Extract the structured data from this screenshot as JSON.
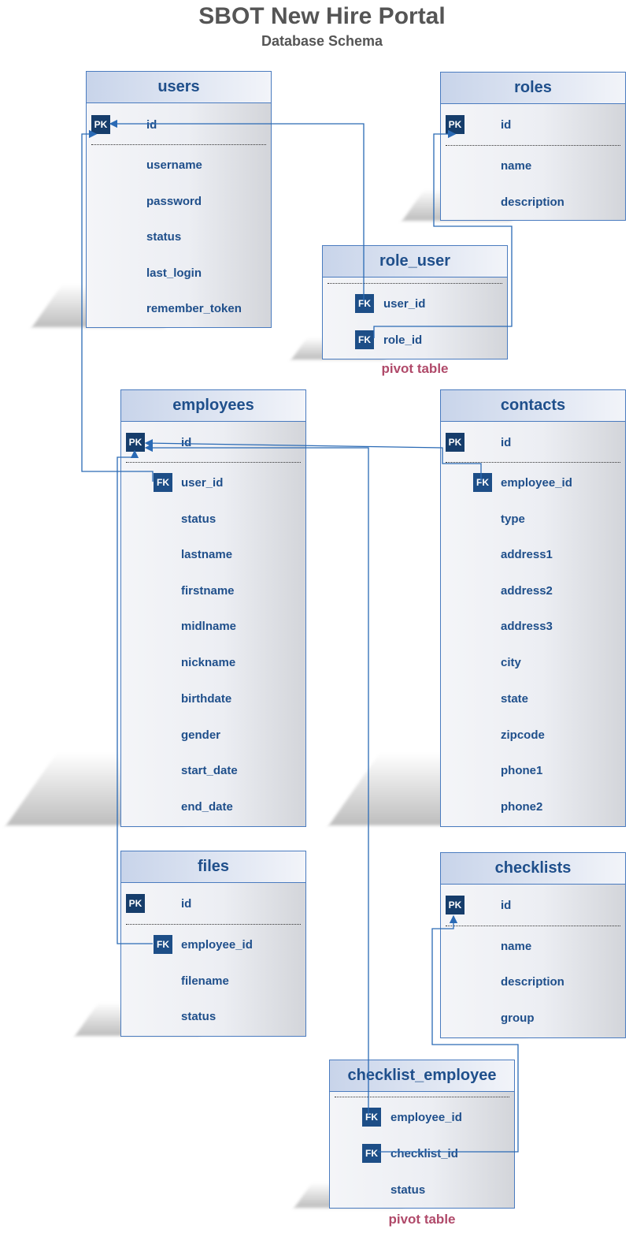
{
  "title": "SBOT New Hire Portal",
  "subtitle": "Database Schema",
  "key_labels": {
    "pk": "PK",
    "fk": "FK"
  },
  "pivot_label": "pivot table",
  "colors": {
    "entity_title": "#1f4f8b",
    "field_text": "#1f4f8b",
    "key_badge": "#1d4e87",
    "border": "#4a7bbf",
    "pivot_text": "#b04a6a",
    "title_text": "#555555"
  },
  "entities": {
    "users": {
      "name": "users",
      "fields": [
        "id",
        "username",
        "password",
        "status",
        "last_login",
        "remember_token"
      ]
    },
    "roles": {
      "name": "roles",
      "fields": [
        "id",
        "name",
        "description"
      ]
    },
    "role_user": {
      "name": "role_user",
      "fields": [
        "user_id",
        "role_id"
      ]
    },
    "employees": {
      "name": "employees",
      "fields": [
        "id",
        "user_id",
        "status",
        "lastname",
        "firstname",
        "midlname",
        "nickname",
        "birthdate",
        "gender",
        "start_date",
        "end_date"
      ]
    },
    "contacts": {
      "name": "contacts",
      "fields": [
        "id",
        "employee_id",
        "type",
        "address1",
        "address2",
        "address3",
        "city",
        "state",
        "zipcode",
        "phone1",
        "phone2"
      ]
    },
    "files": {
      "name": "files",
      "fields": [
        "id",
        "employee_id",
        "filename",
        "status"
      ]
    },
    "checklists": {
      "name": "checklists",
      "fields": [
        "id",
        "name",
        "description",
        "group"
      ]
    },
    "checklist_employee": {
      "name": "checklist_employee",
      "fields": [
        "employee_id",
        "checklist_id",
        "status"
      ]
    }
  },
  "relationships": [
    {
      "from": "role_user.user_id",
      "to": "users.id"
    },
    {
      "from": "role_user.role_id",
      "to": "roles.id"
    },
    {
      "from": "employees.user_id",
      "to": "users.id"
    },
    {
      "from": "contacts.employee_id",
      "to": "employees.id"
    },
    {
      "from": "files.employee_id",
      "to": "employees.id"
    },
    {
      "from": "checklist_employee.employee_id",
      "to": "employees.id"
    },
    {
      "from": "checklist_employee.checklist_id",
      "to": "checklists.id"
    }
  ]
}
